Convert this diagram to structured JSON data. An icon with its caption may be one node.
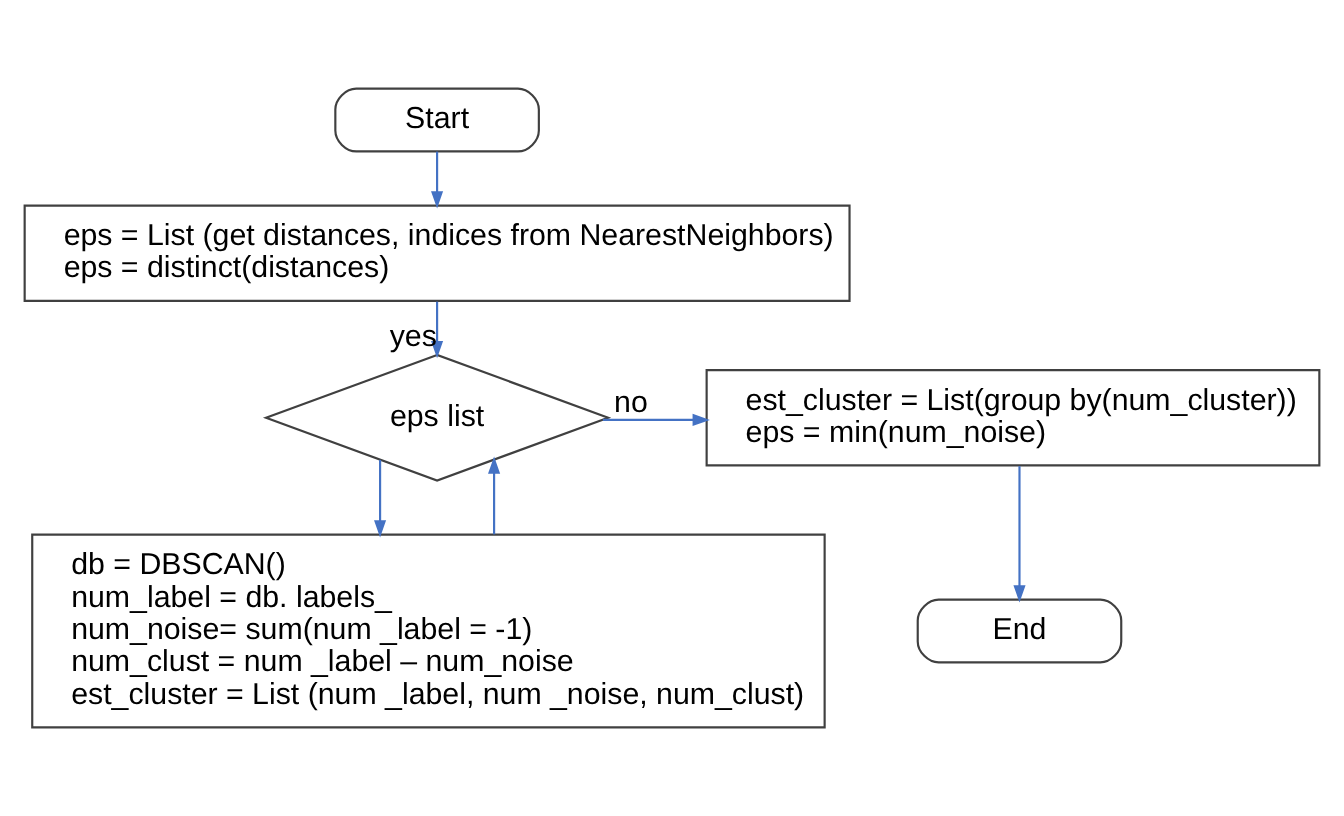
{
  "diagram": {
    "nodes": [
      {
        "text": [
          "Start"
        ]
      },
      {
        "text": [
          "eps = List (get distances, indices from NearestNeighbors)",
          "eps = distinct(distances)"
        ]
      },
      {
        "text": [
          "eps list"
        ]
      },
      {
        "text": [
          "est_cluster = List(group by(num_cluster))",
          "eps = min(num_noise)"
        ]
      },
      {
        "text": [
          "End"
        ]
      },
      {
        "text": [
          "db = DBSCAN()",
          "num_label = db. labels_",
          "num_noise= sum(num _label = -1)",
          "num_clust = num _label – num_noise",
          "est_cluster = List (num _label, num _noise, num_clust)"
        ]
      }
    ],
    "edges": [
      {
        "from": 0,
        "to": 1,
        "arrow": "to"
      },
      {
        "from": 1,
        "to": 2,
        "arrow": "to",
        "label": "yes"
      },
      {
        "from": 2,
        "to": 3,
        "arrow": "to",
        "label": "no"
      },
      {
        "from": 2,
        "to": 5,
        "arrow": "to"
      },
      {
        "from": 5,
        "to": 2,
        "arrow": "to"
      },
      {
        "from": 3,
        "to": 4,
        "arrow": "to"
      }
    ]
  }
}
